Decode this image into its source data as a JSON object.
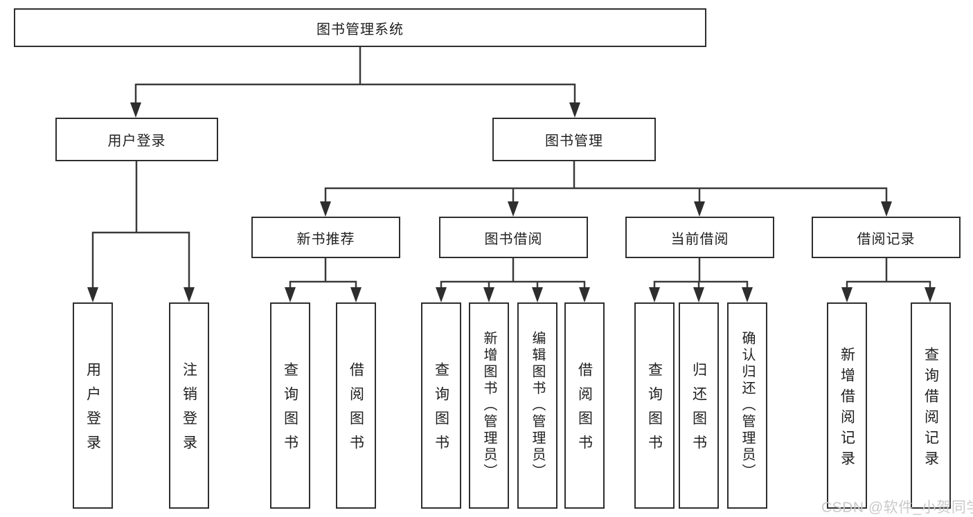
{
  "diagram": {
    "root": {
      "label": "图书管理系统"
    },
    "level2": [
      {
        "label": "用户登录"
      },
      {
        "label": "图书管理"
      }
    ],
    "level3": [
      {
        "label": "新书推荐"
      },
      {
        "label": "图书借阅"
      },
      {
        "label": "当前借阅"
      },
      {
        "label": "借阅记录"
      }
    ],
    "leaves": {
      "user_login": [
        "用户登录",
        "注销登录"
      ],
      "new_book_recommend": [
        "查询图书",
        "借阅图书"
      ],
      "book_borrow": [
        "查询图书",
        "新增图书（管理员）",
        "编辑图书（管理员）",
        "借阅图书"
      ],
      "current_borrow": [
        "查询图书",
        "归还图书",
        "确认归还（管理员）"
      ],
      "borrow_record": [
        "新增借阅记录",
        "查询借阅记录"
      ]
    }
  },
  "watermark": "CSDN @软件_小贺同学",
  "colors": {
    "line": "#3a3a3a",
    "box_border": "#2e2e2e",
    "text": "#1f1f1f",
    "watermark_text": "#c9c9c9",
    "background": "#ffffff"
  }
}
